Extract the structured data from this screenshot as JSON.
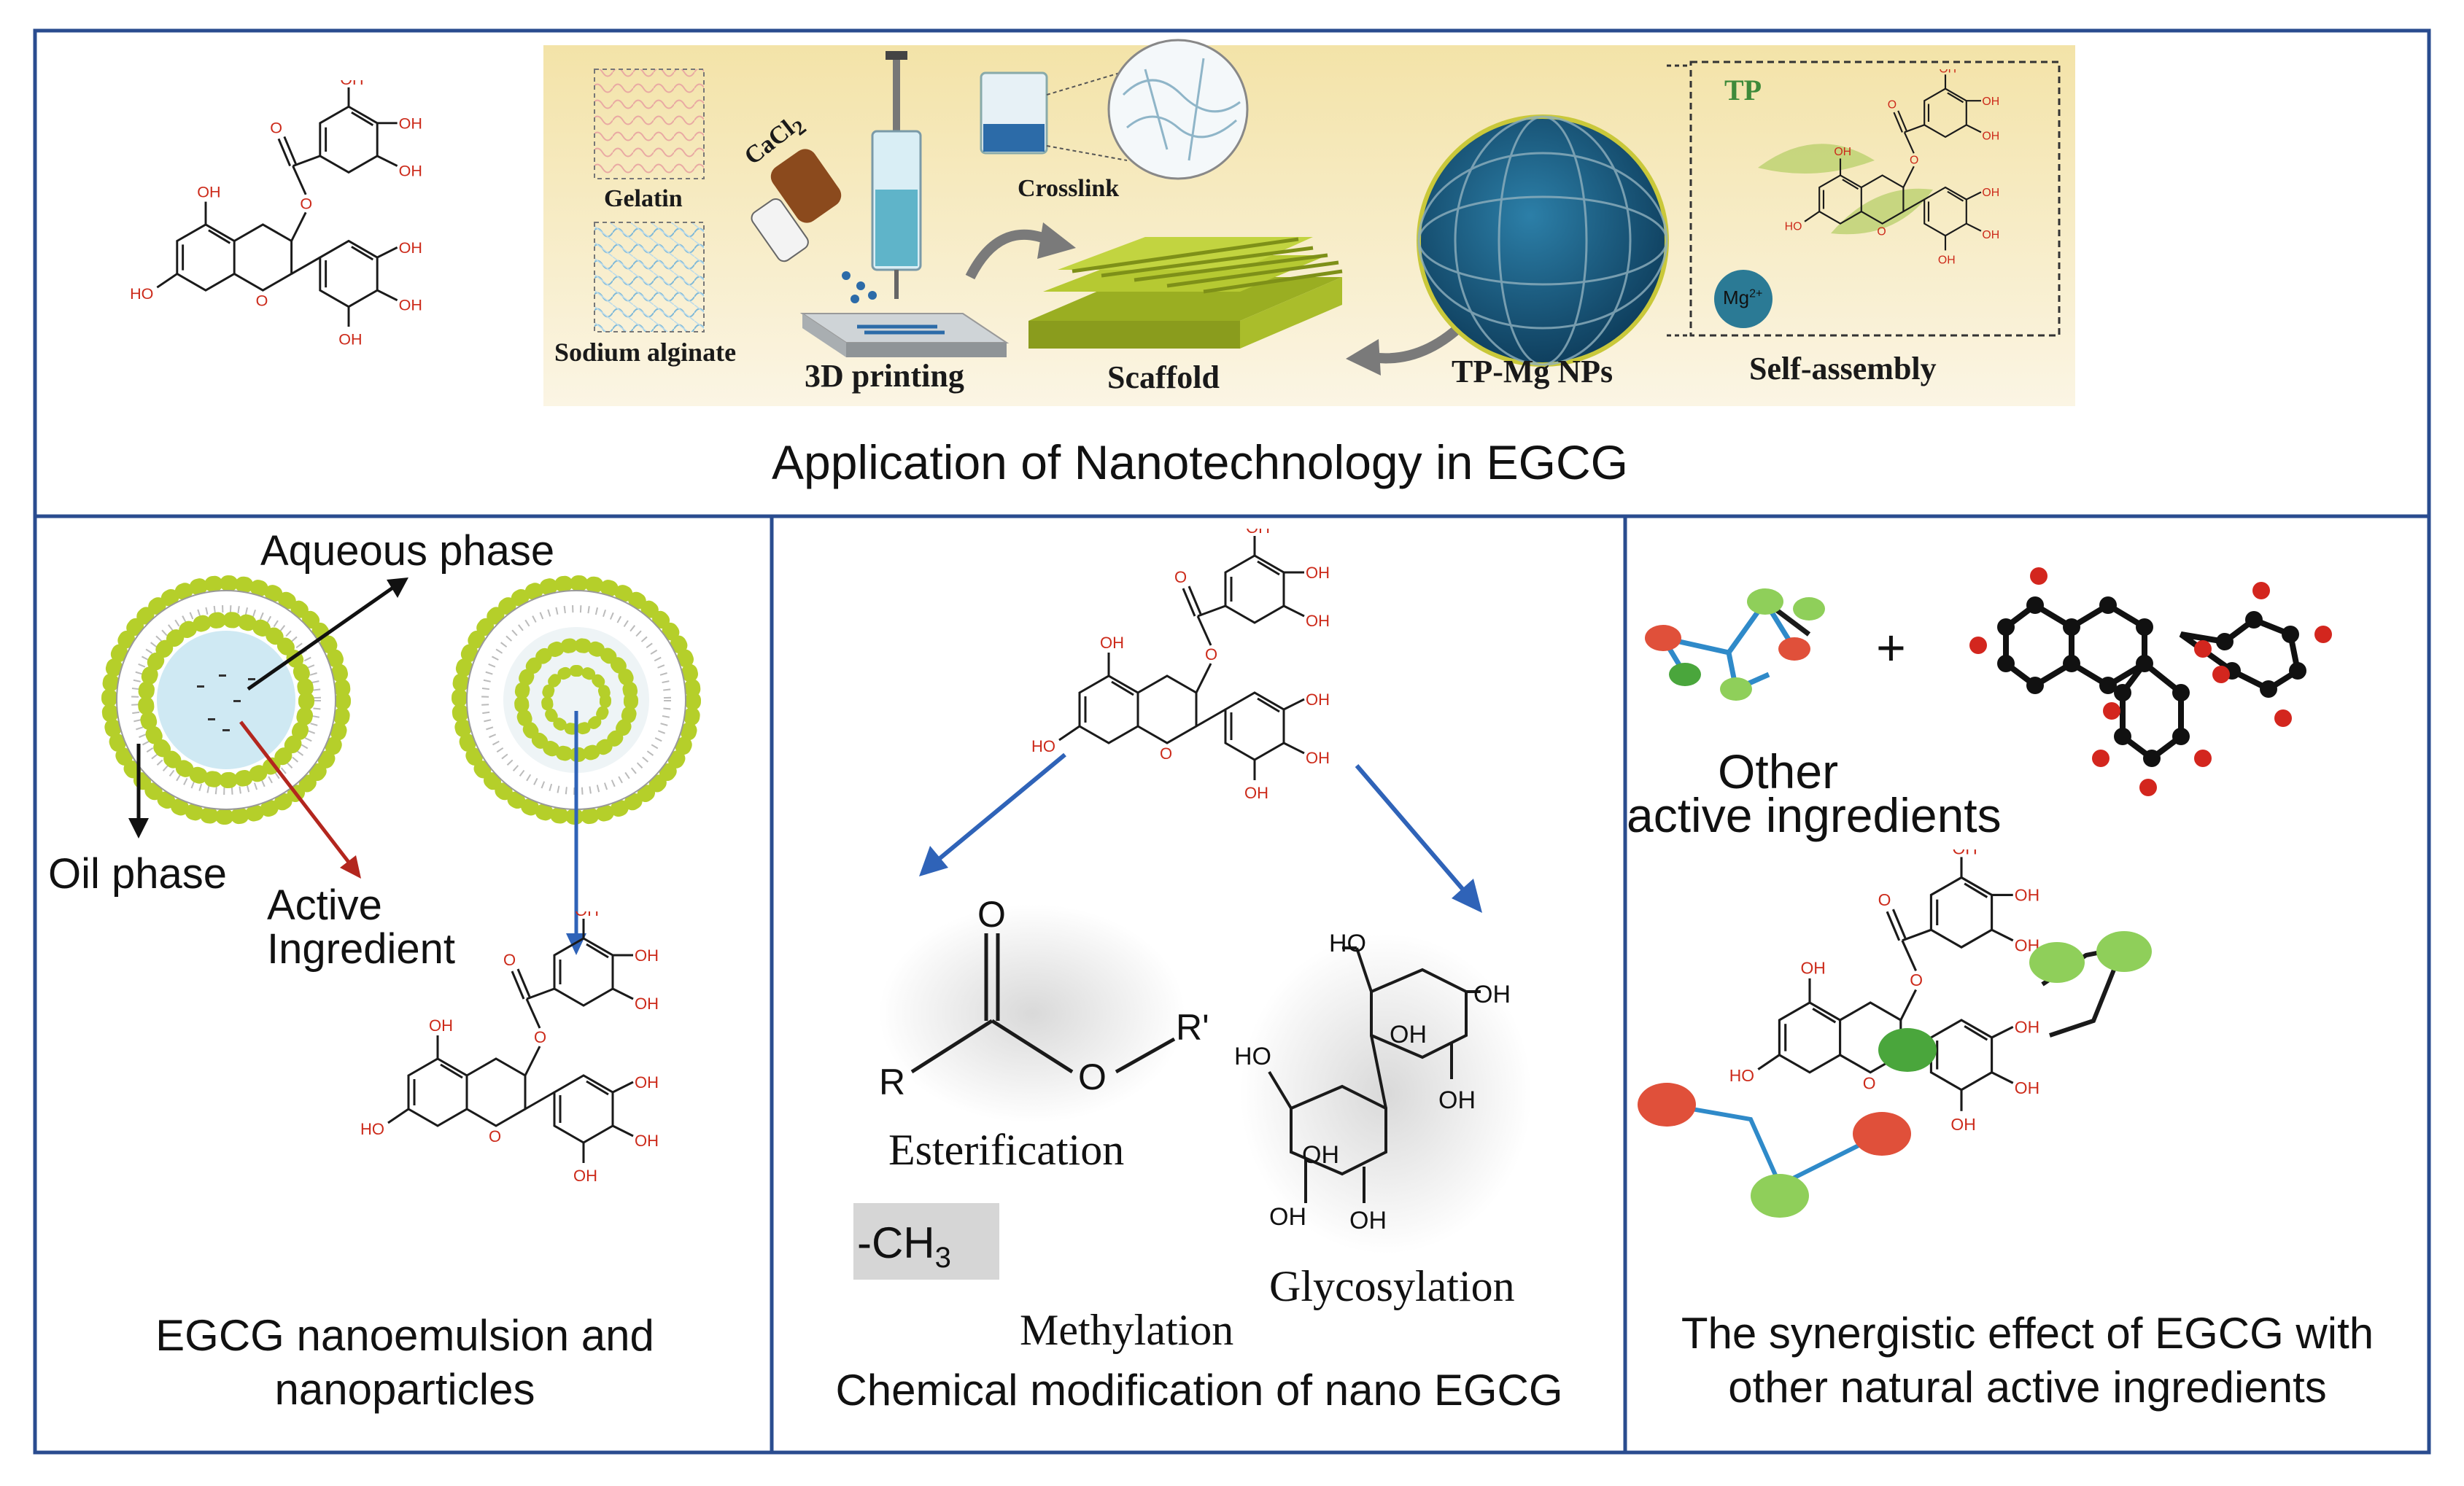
{
  "top_panel": {
    "title": "Application of Nanotechnology in EGCG",
    "gelatin": "Gelatin",
    "sodium_alginate": "Sodium alginate",
    "cacl2": "CaCl",
    "cacl2_sub": "2",
    "crosslink": "Crosslink",
    "printing_3d": "3D printing",
    "scaffold": "Scaffold",
    "tp_mg": "TP-Mg NPs",
    "self_assembly": "Self-assembly",
    "tp": "TP",
    "mg_ion": "Mg",
    "mg_charge": "2+"
  },
  "molecule_labels": {
    "oh": "OH",
    "ho": "HO",
    "o": "O"
  },
  "left_panel": {
    "aqueous_phase": "Aqueous phase",
    "oil_phase": "Oil phase",
    "active_ingredient_line1": "Active",
    "active_ingredient_line2": "Ingredient",
    "caption_line1": "EGCG nanoemulsion and",
    "caption_line2": "nanoparticles"
  },
  "middle_panel": {
    "esterification": "Esterification",
    "methylation": "Methylation",
    "methyl_group": "-CH",
    "methyl_sub": "3",
    "glycosylation": "Glycosylation",
    "ester_r": "R",
    "ester_r_prime": "R'",
    "ester_o": "O",
    "caption": "Chemical modification of nano EGCG"
  },
  "right_panel": {
    "plus": "+",
    "other_line1": "Other",
    "other_line2": "active ingredients",
    "caption_line1": "The synergistic effect of EGCG with",
    "caption_line2": "other natural active ingredients"
  },
  "colors": {
    "frame_blue": "#2a4c8f",
    "arrow_blue": "#2f63b8",
    "arrow_red": "#b3261e",
    "lipid_green": "#b5cf2a",
    "scaffold_green": "#b6c932",
    "nanoparticle_blue": "#1d5f86",
    "bead_red": "#e0503a",
    "bead_green": "#8fcf5a",
    "bead_dark_green": "#4aa63c",
    "link_blue": "#2f8ac9"
  }
}
